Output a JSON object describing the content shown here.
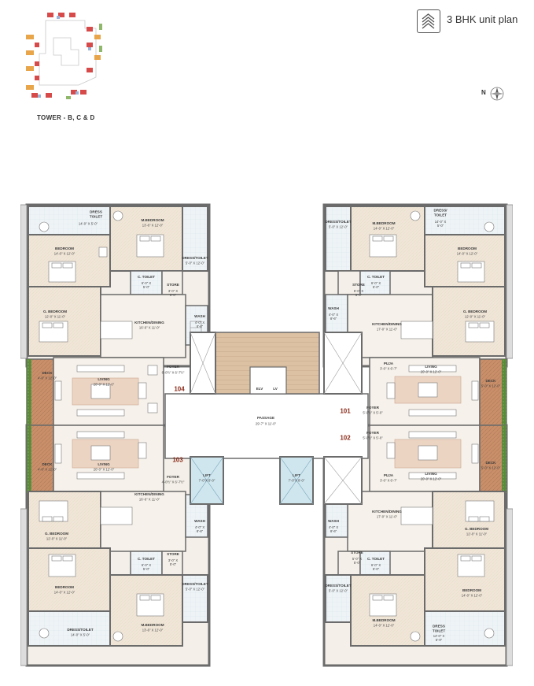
{
  "header": {
    "unit_plan_title": "3 BHK unit plan",
    "tower_label": "TOWER - B, C & D",
    "compass_letter": "N",
    "icon": "building-stack-icon"
  },
  "colors": {
    "wall": "#6b6b6b",
    "floor": "#f3efe8",
    "living_rug": "#e9d3c2",
    "deck": "#b98665",
    "lobby": "#e6ccb0",
    "lift": "#cfe6ee",
    "garden": "#6f9a4a",
    "accent": "#8b2b1a"
  },
  "rooms": {
    "top_left": {
      "dress_toilet": {
        "name": "DRESS\nTOILET",
        "dim": "14'-0\" X 5'-0\""
      },
      "m_bedroom": {
        "name": "M.BEDROOM",
        "dim": "13'-6\" X 12'-0\""
      },
      "bedroom": {
        "name": "BEDROOM",
        "dim": "14'-0\" X 12'-0\""
      },
      "dress_toilet2": {
        "name": "DRESS/TOILET",
        "dim": "5'-0\" X 12'-0\""
      },
      "c_toilet": {
        "name": "C. TOILET",
        "dim": "6'-0\" X\n5'-0\""
      },
      "store": {
        "name": "STORE",
        "dim": "3'-0\" X\n5'-0\""
      },
      "g_bedroom": {
        "name": "G. BEDROOM",
        "dim": "12'-0\" X 11'-0\""
      },
      "kitchen": {
        "name": "KITCHEN/DINING",
        "dim": "16'-6\" X 11'-0\""
      },
      "wash": {
        "name": "WASH",
        "dim": "4'-0\" X\n8'-6\""
      },
      "foyer": {
        "name": "FOYER",
        "dim": "6'-0½\" X 6'-7½\""
      },
      "deck": {
        "name": "DECK",
        "dim": "4'-6\" X 12'-0\""
      },
      "living": {
        "name": "LIVING",
        "dim": "20'-0\" X 12'-0\""
      },
      "unit_no": "104"
    },
    "bottom_left": {
      "deck": {
        "name": "DECK",
        "dim": "4'-6\" X 12'-0\""
      },
      "living": {
        "name": "LIVING",
        "dim": "20'-0\" X 12'-0\""
      },
      "foyer": {
        "name": "FOYER",
        "dim": "4'-0½\" X 6'-7½\""
      },
      "kitchen": {
        "name": "KITCHEN/DINING",
        "dim": "16'-6\" X 11'-0\""
      },
      "wash": {
        "name": "WASH",
        "dim": "4'-0\" X\n8'-6\""
      },
      "g_bedroom": {
        "name": "G. BEDROOM",
        "dim": "12'-0\" X 11'-0\""
      },
      "c_toilet": {
        "name": "C. TOILET",
        "dim": "6'-0\" X\n5'-0\""
      },
      "store": {
        "name": "STORE",
        "dim": "3'-0\" X\n5'-0\""
      },
      "bedroom": {
        "name": "BEDROOM",
        "dim": "14'-0\" X 12'-0\""
      },
      "m_bedroom": {
        "name": "M.BEDROOM",
        "dim": "13'-6\" X 12'-0\""
      },
      "dress_toilet": {
        "name": "DRESS/TOILET",
        "dim": "14'-0\" X 5'-0\""
      },
      "dress_toilet2": {
        "name": "DRESS/TOILET",
        "dim": "5'-0\" X 12'-0\""
      },
      "unit_no": "103"
    },
    "top_right": {
      "dress_toilet": {
        "name": "DRESS/TOILET",
        "dim": "5'-0\" X 12'-0\""
      },
      "m_bedroom": {
        "name": "M.BEDROOM",
        "dim": "14'-0\" X 12'-0\""
      },
      "dress_toilet2": {
        "name": "DRESS/\nTOILET",
        "dim": "14'-0\" X\n5'-0\""
      },
      "bedroom": {
        "name": "BEDROOM",
        "dim": "14'-0\" X 12'-0\""
      },
      "store": {
        "name": "STORE",
        "dim": "5'-0\" X\n5'-0\""
      },
      "c_toilet": {
        "name": "C. TOILET",
        "dim": "6'-0\" X\n5'-0\""
      },
      "wash": {
        "name": "WASH",
        "dim": "4'-0\" X\n8'-6\""
      },
      "kitchen": {
        "name": "KITCHEN/DINING",
        "dim": "17'-0\" X 11'-0\""
      },
      "g_bedroom": {
        "name": "G. BEDROOM",
        "dim": "12'-0\" X 11'-0\""
      },
      "puja": {
        "name": "PUJA",
        "dim": "3'-0\" X 6'-7\""
      },
      "living": {
        "name": "LIVING",
        "dim": "20'-0\" X 12'-0\""
      },
      "deck": {
        "name": "DECK",
        "dim": "5'-0\" X 12'-0\""
      },
      "foyer": {
        "name": "FOYER",
        "dim": "5'-0½\" X 5'-0\""
      },
      "unit_no": "101"
    },
    "bottom_right": {
      "foyer": {
        "name": "FOYER",
        "dim": "5'-0½\" X 5'-0\""
      },
      "living": {
        "name": "LIVING",
        "dim": "20'-0\" X 12'-0\""
      },
      "deck": {
        "name": "DECK",
        "dim": "5'-0\" X 12'-0\""
      },
      "puja": {
        "name": "PUJA",
        "dim": "3'-0\" X 6'-7\""
      },
      "kitchen": {
        "name": "KITCHEN/DINING",
        "dim": "17'-0\" X 11'-0\""
      },
      "wash": {
        "name": "WASH",
        "dim": "4'-0\" X\n8'-6\""
      },
      "g_bedroom": {
        "name": "G. BEDROOM",
        "dim": "12'-0\" X 11'-0\""
      },
      "store": {
        "name": "STORE",
        "dim": "5'-0\" X\n5'-0\""
      },
      "c_toilet": {
        "name": "C. TOILET",
        "dim": "6'-0\" X\n5'-0\""
      },
      "bedroom": {
        "name": "BEDROOM",
        "dim": "14'-0\" X 12'-0\""
      },
      "dress_toilet": {
        "name": "DRESS/TOILET",
        "dim": "5'-0\" X 12'-0\""
      },
      "m_bedroom": {
        "name": "M.BEDROOM",
        "dim": "14'-0\" X 12'-0\""
      },
      "dress_toilet2": {
        "name": "DRESS\nTOILET",
        "dim": "14'-0\" X\n5'-0\""
      },
      "unit_no": "102"
    },
    "core": {
      "passage": {
        "name": "PASSAGE",
        "dim": "29'-7\" X 11'-0\""
      },
      "lift_left": {
        "name": "LIFT",
        "dim": "7'-0\"X 8'-0\""
      },
      "lift_right": {
        "name": "LIFT",
        "dim": "7'-0\"X 8'-0\""
      },
      "elv": "ELV",
      "lv": "LV"
    }
  }
}
